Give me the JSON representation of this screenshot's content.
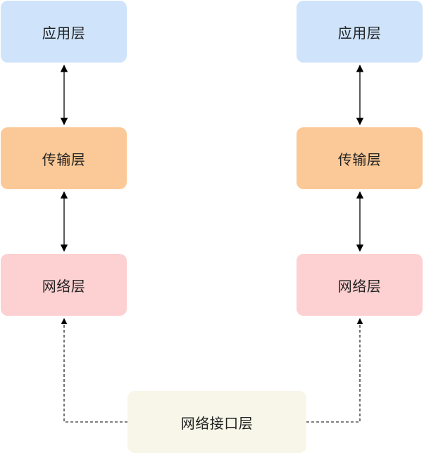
{
  "left_stack": {
    "application": "应用层",
    "transport": "传输层",
    "network": "网络层"
  },
  "right_stack": {
    "application": "应用层",
    "transport": "传输层",
    "network": "网络层"
  },
  "interface": "网络接口层",
  "colors": {
    "application": "#cfe4fb",
    "transport": "#fbc997",
    "network": "#fdd0d1",
    "interface": "#f8f6e9",
    "line": "#000000"
  }
}
